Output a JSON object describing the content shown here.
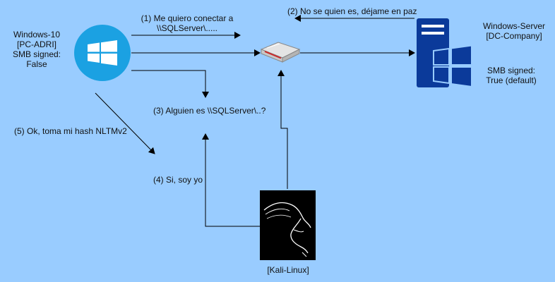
{
  "nodes": {
    "pc": {
      "name": "Windows-10",
      "host": "[PC-ADRI]",
      "smb_label": "SMB signed:",
      "smb_value": "False",
      "icon": "windows-logo-icon",
      "color": "#1ba1e2"
    },
    "server": {
      "name": "Windows-Server",
      "host": "[DC-Company]",
      "smb_label": "SMB signed:",
      "smb_value": "True (default)",
      "icon": "server-windows-icon",
      "color": "#0b3a9a"
    },
    "router": {
      "icon": "router-icon"
    },
    "kali": {
      "name": "[Kali-Linux]",
      "icon": "kali-dragon-icon"
    }
  },
  "steps": {
    "s1_line1": "(1) Me quiero conectar a",
    "s1_line2": "\\\\SQLServer\\.....",
    "s2": "(2) No se quien es, déjame en paz",
    "s3": "(3) Alguien es \\\\SQLServer\\..?",
    "s4": "(4) Si, soy yo",
    "s5": "(5) Ok, toma mi hash NLTMv2"
  }
}
